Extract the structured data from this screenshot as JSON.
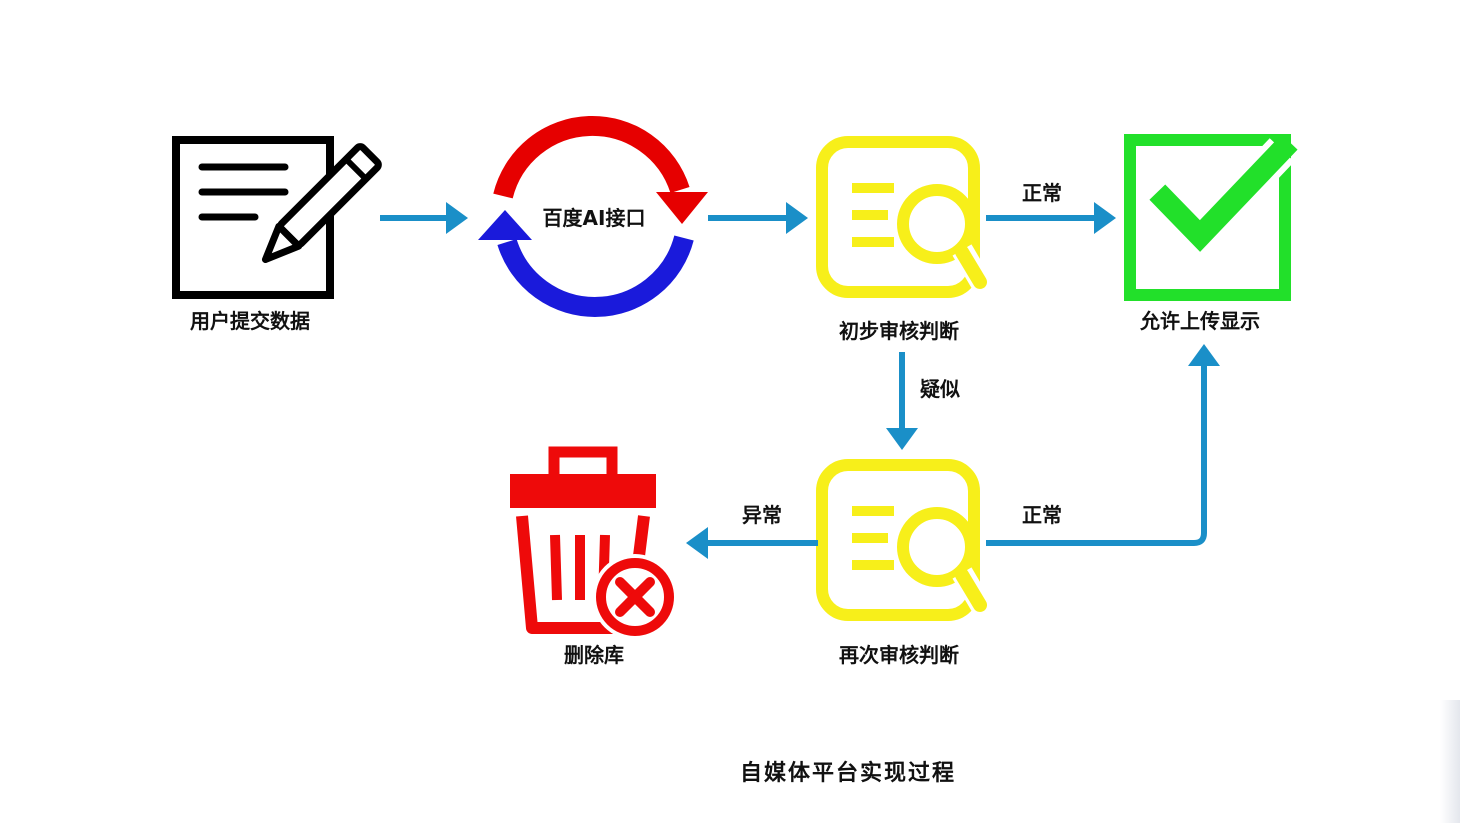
{
  "nodes": {
    "submit": {
      "label": "用户提交数据",
      "icon": "edit-document-icon"
    },
    "api": {
      "label": "百度AI接口",
      "icon": "refresh-cycle-icon"
    },
    "initial_review": {
      "label": "初步审核判断",
      "icon": "document-search-icon"
    },
    "allow": {
      "label": "允许上传显示",
      "icon": "checkbox-check-icon"
    },
    "second_review": {
      "label": "再次审核判断",
      "icon": "document-search-icon"
    },
    "delete": {
      "label": "删除库",
      "icon": "trash-delete-icon"
    }
  },
  "edges": {
    "initial_to_allow": "正常",
    "initial_to_second": "疑似",
    "second_to_delete": "异常",
    "second_to_allow": "正常"
  },
  "caption": "自媒体平台实现过程",
  "colors": {
    "arrow": "#1a8fc8",
    "cycle_red": "#e60000",
    "cycle_blue": "#1a1adb",
    "review_yellow": "#f7ef1a",
    "allow_green": "#22e02a",
    "delete_red": "#ee0a0a",
    "ink": "#000000"
  }
}
